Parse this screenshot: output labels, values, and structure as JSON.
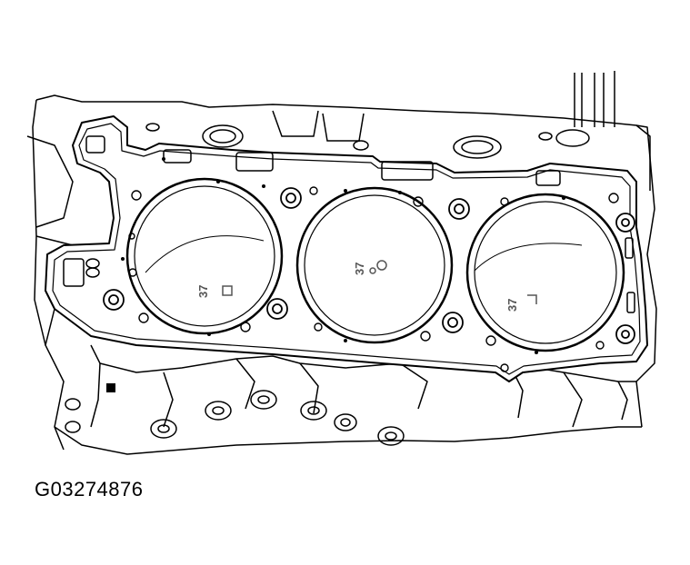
{
  "figure": {
    "caption": "G03274876",
    "stamps": [
      {
        "text": "37"
      },
      {
        "text": "37"
      },
      {
        "text": "37"
      }
    ]
  },
  "colors": {
    "line": "#000000",
    "background": "#ffffff",
    "shade": "#777777"
  }
}
